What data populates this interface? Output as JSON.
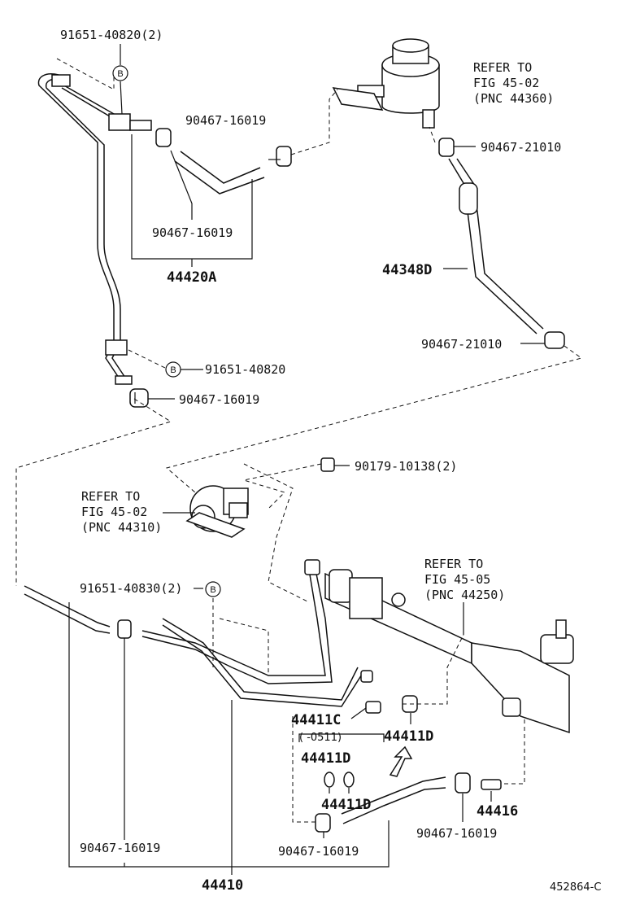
{
  "labels": {
    "pn_91651_40820_2": "91651-40820(2)",
    "refer_top_1": "REFER TO",
    "refer_top_2": "FIG 45-02",
    "refer_top_3": "(PNC 44360)",
    "pn_90467_16019_top": "90467-16019",
    "pn_90467_21010_top": "90467-21010",
    "pn_90467_16019_mid": "90467-16019",
    "pn_44420A": "44420A",
    "pn_44348D": "44348D",
    "pn_90467_21010_bot": "90467-21010",
    "pn_91651_40820": "91651-40820",
    "pn_90467_16019_left": "90467-16019",
    "pn_90179_10138_2": "90179-10138(2)",
    "refer_mid_1": "REFER TO",
    "refer_mid_2": "FIG 45-02",
    "refer_mid_3": "(PNC 44310)",
    "refer_right_1": "REFER TO",
    "refer_right_2": "FIG 45-05",
    "refer_right_3": "(PNC 44250)",
    "pn_91651_40830_2": "91651-40830(2)",
    "pn_44411C": "44411C",
    "pn_0511": "(   -0511)",
    "pn_44411D_a": "44411D",
    "pn_44411D_b": "44411D",
    "pn_44411D_c": "44411D",
    "pn_44416": "44416",
    "pn_90467_16019_b1": "90467-16019",
    "pn_90467_16019_b2": "90467-16019",
    "pn_90467_16019_b3": "90467-16019",
    "pn_44410": "44410",
    "figure_code": "452864-C"
  },
  "bubbles": {
    "b1": "B",
    "b2": "B",
    "b3": "B"
  }
}
